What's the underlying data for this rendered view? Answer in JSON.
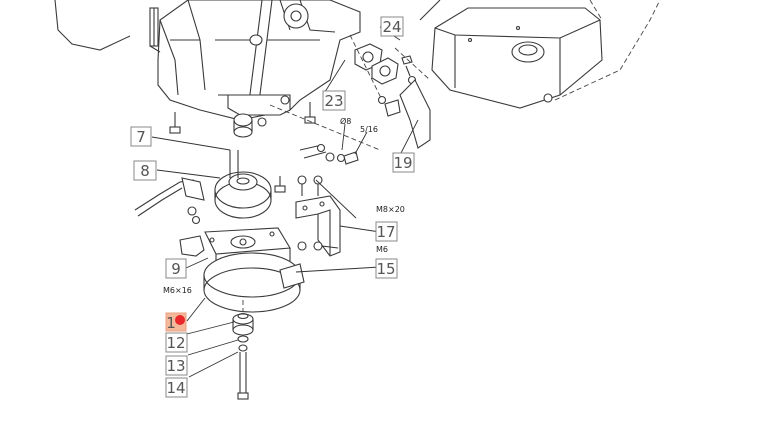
{
  "callouts": [
    "7",
    "8",
    "9",
    "1",
    "12",
    "13",
    "14",
    "15",
    "17",
    "19",
    "23",
    "24"
  ],
  "dimensions": [
    "Ø8",
    "5/16",
    "M8×20",
    "M6",
    "M6×16"
  ],
  "colors": {
    "highlight_box": "#f4b89a",
    "highlight_marker": "#e8282a",
    "callout_border": "#888888",
    "line_art": "#3a3a3a"
  }
}
